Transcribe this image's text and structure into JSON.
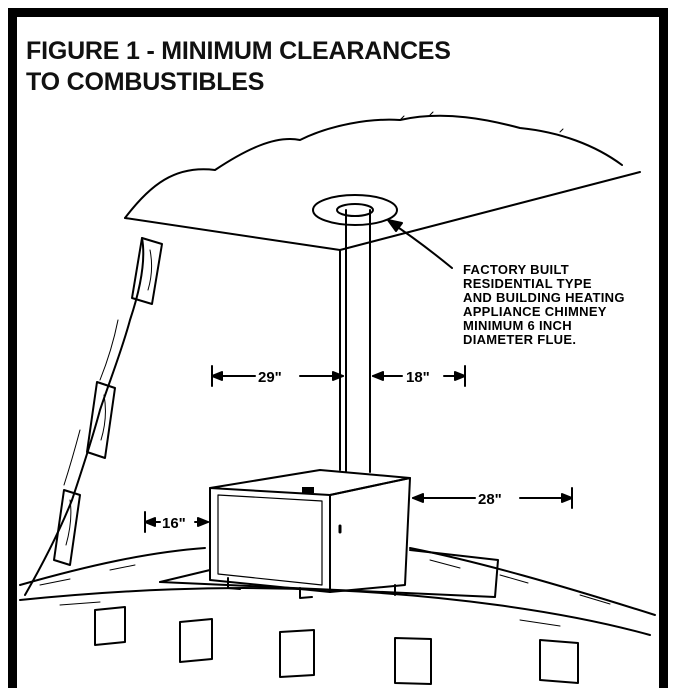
{
  "figure": {
    "title_line1": "FIGURE 1 - MINIMUM CLEARANCES",
    "title_line2": "TO COMBUSTIBLES"
  },
  "callout": {
    "lines": [
      "FACTORY BUILT",
      "RESIDENTIAL TYPE",
      "AND BUILDING HEATING",
      "APPLIANCE CHIMNEY",
      "MINIMUM 6 INCH",
      "DIAMETER FLUE."
    ]
  },
  "dimensions": {
    "left_of_flue": "29\"",
    "right_of_flue": "18\"",
    "right_of_unit": "28\"",
    "left_of_unit": "16\""
  }
}
